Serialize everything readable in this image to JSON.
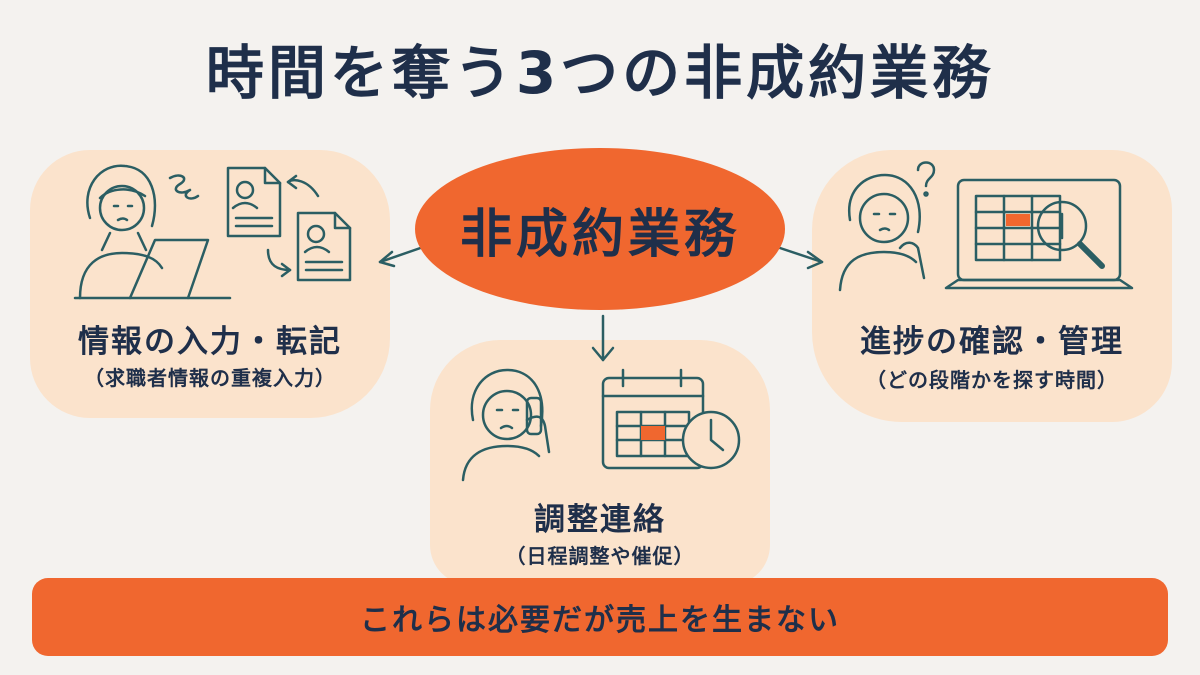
{
  "title": "時間を奪う3つの非成約業務",
  "center": {
    "label": "非成約業務"
  },
  "left": {
    "title": "情報の入力・転記",
    "subtitle": "（求職者情報の重複入力）"
  },
  "middle": {
    "title": "調整連絡",
    "subtitle": "（日程調整や催促）"
  },
  "right": {
    "title": "進捗の確認・管理",
    "subtitle": "（どの段階かを探す時間）"
  },
  "footer": {
    "text": "これらは必要だが売上を生まない"
  },
  "colors": {
    "accent": "#f0672f",
    "panel": "#fbe3cc",
    "ink": "#2b5e63",
    "text": "#1f2f4a",
    "background": "#f4f2ef"
  }
}
